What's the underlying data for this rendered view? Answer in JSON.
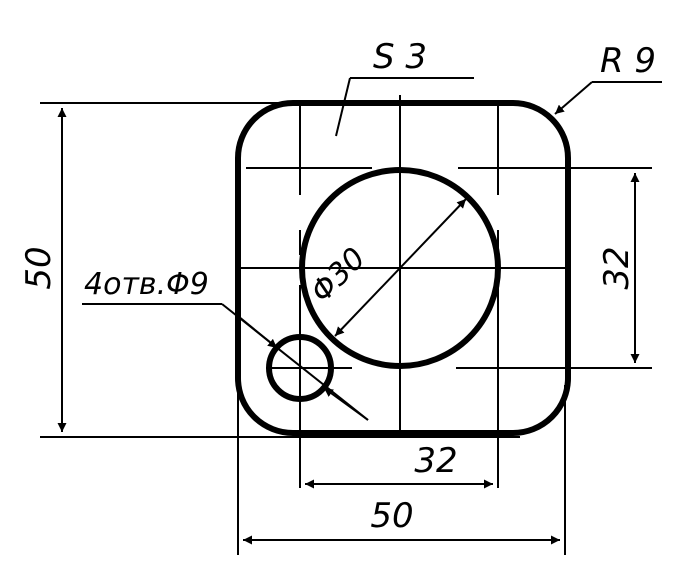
{
  "drawing": {
    "thickness_label": "S 3",
    "corner_radius_label": "R 9",
    "big_hole_label": "Φ30",
    "small_holes_label": "4отв.Φ9",
    "height_label": "50",
    "width_label": "50",
    "hole_spacing_vertical_label": "32",
    "hole_spacing_horizontal_label": "32"
  }
}
